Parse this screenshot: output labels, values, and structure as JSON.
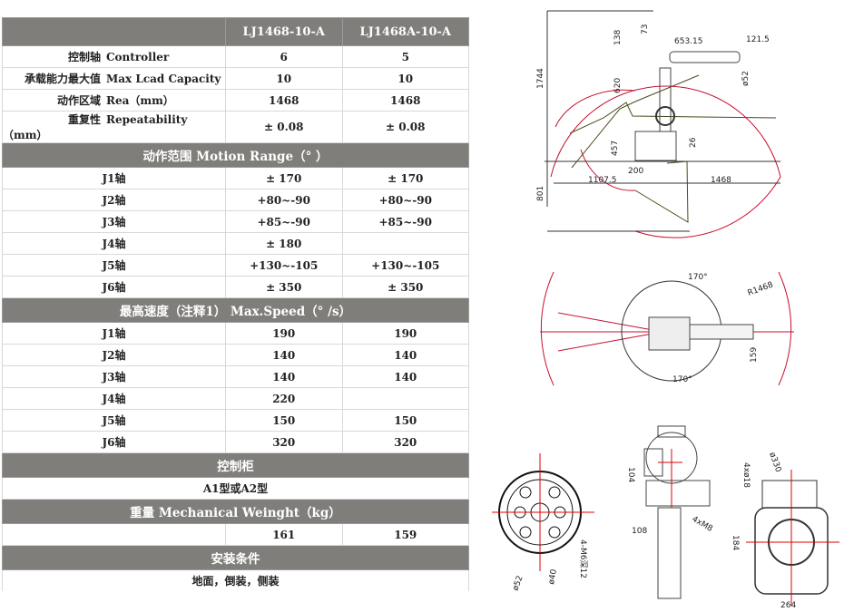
{
  "table": {
    "header": {
      "model_a": "LJ1468-10-A",
      "model_b": "LJ1468A-10-A"
    },
    "general_rows": [
      {
        "zh": "控制轴",
        "en": "Controller",
        "a": "6",
        "b": "5"
      },
      {
        "zh": "承载能力最大值",
        "en": "Max Lcad Capacity",
        "a": "10",
        "b": "10"
      },
      {
        "zh": "动作区域",
        "en": "Rea（mm）",
        "a": "1468",
        "b": "1468"
      },
      {
        "zh": "重复性",
        "en": "Repeatability（mm）",
        "a": "± 0.08",
        "b": "± 0.08"
      }
    ],
    "motion_range": {
      "title": "动作范围  Motion Range（°  ）",
      "rows": [
        {
          "axis": "J1轴",
          "a": "± 170",
          "b": "± 170"
        },
        {
          "axis": "J2轴",
          "a": "+80~-90",
          "b": "+80~-90"
        },
        {
          "axis": "J3轴",
          "a": "+85~-90",
          "b": "+85~-90"
        },
        {
          "axis": "J4轴",
          "a": "± 180",
          "b": ""
        },
        {
          "axis": "J5轴",
          "a": "+130~-105",
          "b": "+130~-105"
        },
        {
          "axis": "J6轴",
          "a": "± 350",
          "b": "± 350"
        }
      ]
    },
    "max_speed": {
      "title": "最高速度（注释1）  Max.Speed（°  /s）",
      "rows": [
        {
          "axis": "J1轴",
          "a": "190",
          "b": "190"
        },
        {
          "axis": "J2轴",
          "a": "140",
          "b": "140"
        },
        {
          "axis": "J3轴",
          "a": "140",
          "b": "140"
        },
        {
          "axis": "J4轴",
          "a": "220",
          "b": ""
        },
        {
          "axis": "J5轴",
          "a": "150",
          "b": "150"
        },
        {
          "axis": "J6轴",
          "a": "320",
          "b": "320"
        }
      ]
    },
    "controller_cabinet": {
      "title": "控制柜",
      "value": "A1型或A2型"
    },
    "weight": {
      "title": "重量  Mechanical Weinght（kg）",
      "a": "161",
      "b": "159"
    },
    "installation": {
      "title": "安装条件",
      "value": "地面，倒装，侧装"
    }
  },
  "drawings": {
    "side_view": {
      "dims": [
        "1744",
        "138",
        "73",
        "653.15",
        "121.5",
        "ø52",
        "620",
        "457",
        "26",
        "200",
        "1107.5",
        "1468",
        "801"
      ]
    },
    "top_view": {
      "dims": [
        "170°",
        "170°",
        "R1468",
        "159"
      ]
    },
    "flange": {
      "dims": [
        "ø52",
        "ø40",
        "4-M6深12"
      ]
    },
    "front_view": {
      "dims": [
        "104",
        "108",
        "4xM8"
      ]
    },
    "base": {
      "dims": [
        "4xø18",
        "ø330",
        "184",
        "264"
      ]
    }
  },
  "colors": {
    "header_bg": "#7f7e7a",
    "reach_line": "#c8102e",
    "link_outline": "#4a4a1a"
  }
}
